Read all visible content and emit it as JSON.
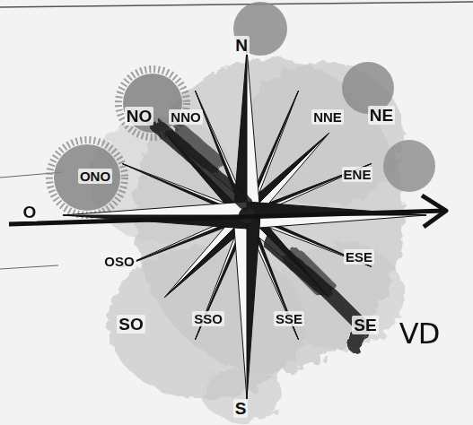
{
  "diagram": {
    "labels": [
      "N",
      "NNO",
      "NO",
      "NNE",
      "NE",
      "ONO",
      "ENE",
      "O",
      "OSO",
      "ESE",
      "SO",
      "SSO",
      "SSE",
      "SE",
      "S",
      "VD"
    ]
  }
}
